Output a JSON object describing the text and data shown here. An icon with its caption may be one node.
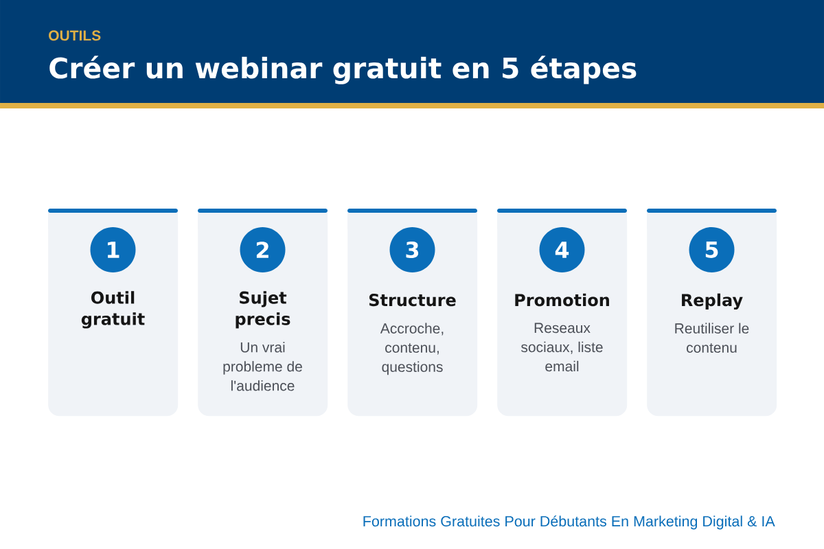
{
  "diagram": {
    "title": "Créer un webinar gratuit en 5 étapes",
    "nodes": [
      {
        "text": [
          "Outil gratuit"
        ]
      },
      {
        "text": [
          "1"
        ],
        "in": 0
      },
      {
        "text": [
          "Sujet precis",
          "Un vrai probleme de l'audience"
        ]
      },
      {
        "text": [
          "2"
        ],
        "in": 2
      },
      {
        "text": [
          "Structure",
          "Accroche, contenu, questions"
        ]
      },
      {
        "text": [
          "3"
        ],
        "in": 4
      },
      {
        "text": [
          "Promotion",
          "Reseaux sociaux, liste email"
        ]
      },
      {
        "text": [
          "4"
        ],
        "in": 6
      },
      {
        "text": [
          "Replay",
          "Reutiliser le contenu"
        ]
      },
      {
        "text": [
          "5"
        ],
        "in": 8
      }
    ],
    "labels": [
      "OUTILS",
      "Formations Gratuites Pour Débutants En Marketing Digital & IA"
    ]
  }
}
